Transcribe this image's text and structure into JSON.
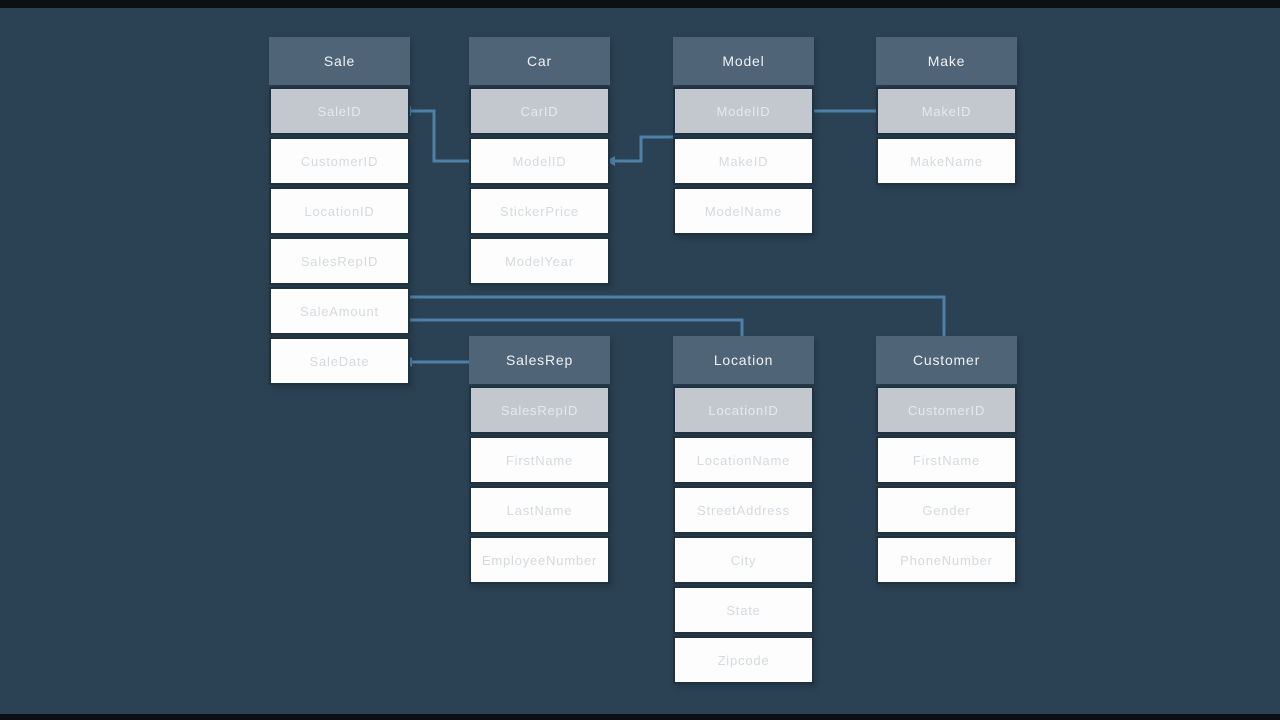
{
  "colors": {
    "background": "#2a4254",
    "letterbox": "#0b1014",
    "table_header_bg": "#506477",
    "key_row_bg": "#c2c8ce",
    "field_row_bg": "#fdfdfe",
    "header_text": "#eff2f4",
    "key_text": "#e6e9ec",
    "field_text": "#d6dadd",
    "row_border": "#20313f",
    "connector": "#4f80a7"
  },
  "diagram": {
    "tables": [
      {
        "id": "sale",
        "name": "Sale",
        "key": "SaleID",
        "fields": [
          "CustomerID",
          "LocationID",
          "SalesRepID",
          "SaleAmount",
          "SaleDate"
        ]
      },
      {
        "id": "car",
        "name": "Car",
        "key": "CarID",
        "fields": [
          "ModelID",
          "StickerPrice",
          "ModelYear"
        ]
      },
      {
        "id": "model",
        "name": "Model",
        "key": "ModelID",
        "fields": [
          "MakeID",
          "ModelName"
        ]
      },
      {
        "id": "make",
        "name": "Make",
        "key": "MakeID",
        "fields": [
          "MakeName"
        ]
      },
      {
        "id": "salesrep",
        "name": "SalesRep",
        "key": "SalesRepID",
        "fields": [
          "FirstName",
          "LastName",
          "EmployeeNumber"
        ]
      },
      {
        "id": "location",
        "name": "Location",
        "key": "LocationID",
        "fields": [
          "LocationName",
          "StreetAddress",
          "City",
          "State",
          "Zipcode"
        ]
      },
      {
        "id": "customer",
        "name": "Customer",
        "key": "CustomerID",
        "fields": [
          "FirstName",
          "Gender",
          "PhoneNumber"
        ]
      }
    ],
    "relationships": [
      {
        "from": "Sale.SaleID",
        "to": "Car.ModelID"
      },
      {
        "from": "Car.ModelID",
        "to": "Model"
      },
      {
        "from": "Model.ModelID",
        "to": "Make.MakeID"
      },
      {
        "from": "Sale",
        "to": "Customer"
      },
      {
        "from": "Sale",
        "to": "Location"
      },
      {
        "from": "Sale.SaleDate",
        "to": "SalesRep"
      }
    ]
  }
}
